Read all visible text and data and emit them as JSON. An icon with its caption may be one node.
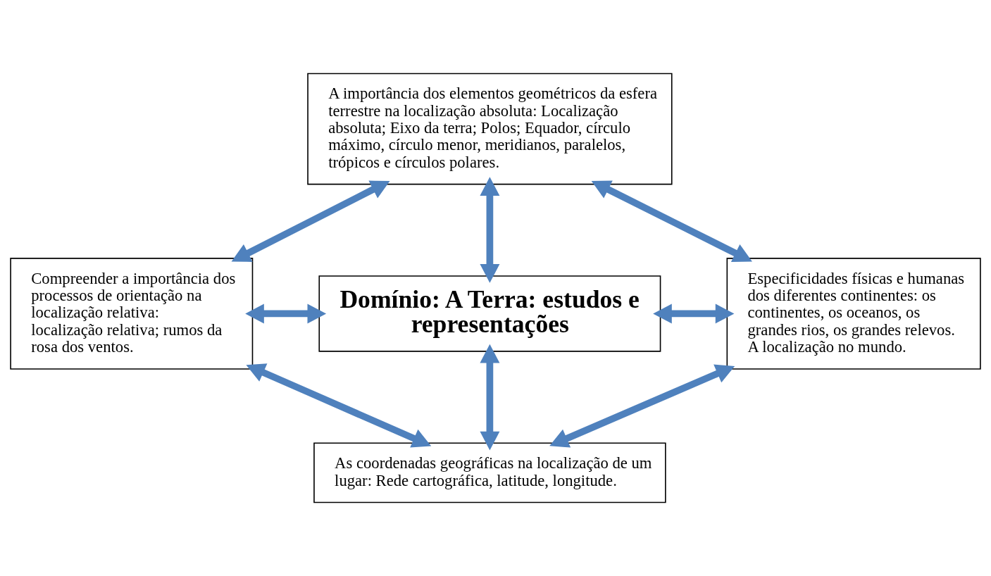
{
  "diagram": {
    "nodes": [
      {
        "text": [
          "A importância dos elementos geométricos da esfera terrestre na localização absoluta: Localização absoluta; Eixo da terra; Polos; Equador, círculo máximo, círculo menor, meridianos, paralelos, trópicos e círculos polares."
        ]
      },
      {
        "text": [
          "Compreender a importância dos processos de orientação na localização relativa: localização relativa; rumos da rosa dos ventos."
        ]
      },
      {
        "text": [
          "Domínio: A Terra: estudos e representações"
        ]
      },
      {
        "text": [
          "Especificidades físicas e humanas dos diferentes continentes: os continentes, os oceanos, os grandes rios, os grandes relevos.",
          "A localização no mundo."
        ]
      },
      {
        "text": [
          "As coordenadas geográficas na localização de um lugar: Rede cartográfica, latitude, longitude."
        ]
      }
    ],
    "edges": [
      {
        "from": 0,
        "to": 2,
        "arrow": "both"
      },
      {
        "from": 1,
        "to": 2,
        "arrow": "both"
      },
      {
        "from": 2,
        "to": 3,
        "arrow": "both"
      },
      {
        "from": 2,
        "to": 4,
        "arrow": "both"
      },
      {
        "from": 1,
        "to": 0,
        "arrow": "both"
      },
      {
        "from": 0,
        "to": 3,
        "arrow": "both"
      },
      {
        "from": 1,
        "to": 4,
        "arrow": "both"
      },
      {
        "from": 4,
        "to": 3,
        "arrow": "both"
      }
    ]
  }
}
